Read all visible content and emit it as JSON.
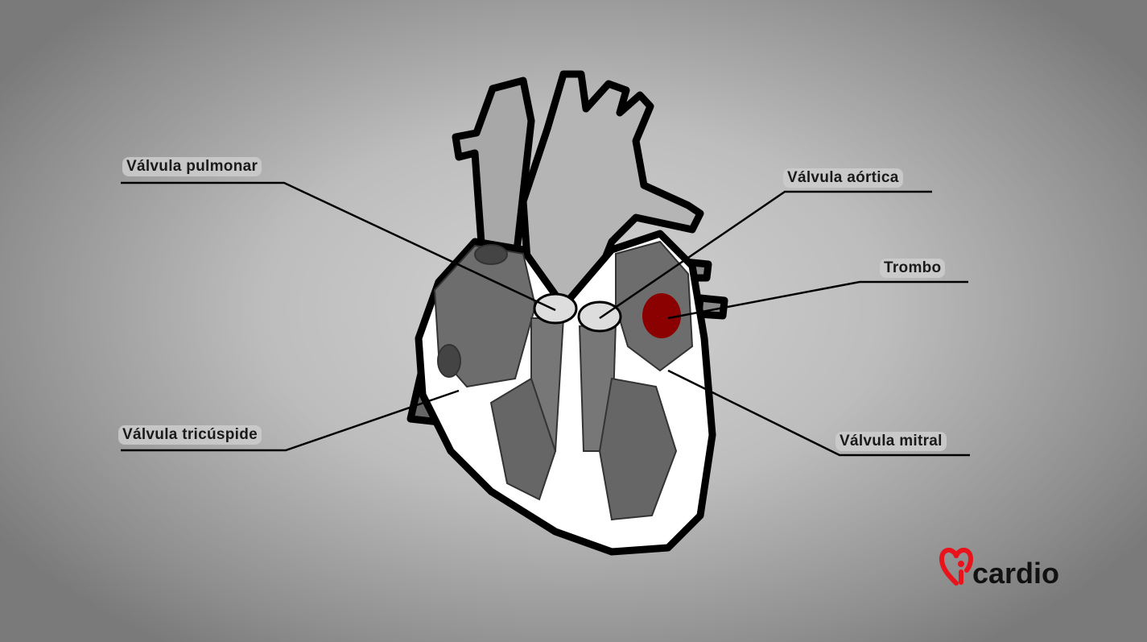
{
  "labels": {
    "pulmonary_valve": "Válvula pulmonar",
    "aortic_valve": "Válvula aórtica",
    "thrombus": "Trombo",
    "tricuspid_valve": "Válvula tricúspide",
    "mitral_valve": "Válvula mitral"
  },
  "logo": {
    "text": "cardio",
    "accent": "#e8131b"
  },
  "colors": {
    "thrombus": "#8b0000",
    "outline": "#000000"
  }
}
